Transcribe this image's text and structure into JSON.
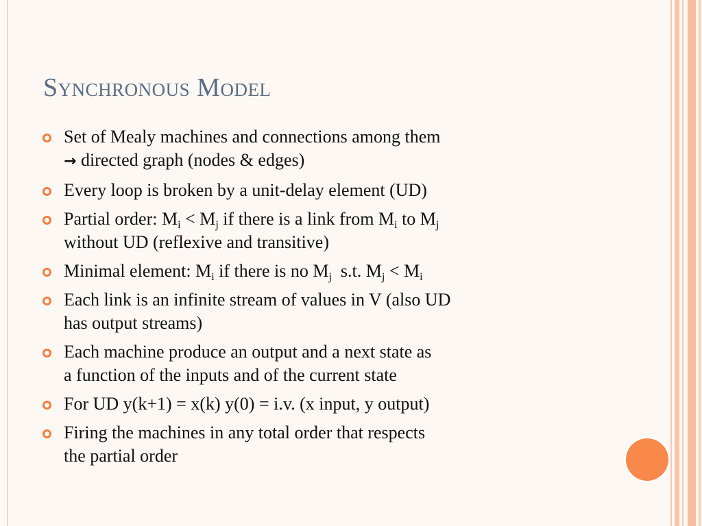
{
  "slide": {
    "title": "Synchronous Model",
    "accent_color": "#f47c3c",
    "title_color": "#5b6d82",
    "bullets": [
      {
        "lines": [
          "Set of Mealy machines and connections among them",
          " directed graph (nodes & edges)"
        ],
        "arrow": "→"
      },
      {
        "lines": [
          "Every loop is broken by a unit-delay element (UD)"
        ]
      },
      {
        "text": {
          "t1": "Partial order: M",
          "s1": "i",
          "t2": " < M",
          "s2": "j",
          "t3": " if there is a link from M",
          "s3": "i",
          "t4": " to M",
          "s4": "j",
          "line2": "without UD (reflexive and transitive)"
        }
      },
      {
        "text": {
          "t1": "Minimal element: M",
          "s1": "i",
          "t2": " if there is no M",
          "s2": "j",
          "t3": "  s.t. M",
          "s3": "j",
          "t4": " < M",
          "s4": "i"
        }
      },
      {
        "lines": [
          "Each link is an infinite stream of values in V (also UD",
          "has output streams)"
        ]
      },
      {
        "lines": [
          "Each machine produce an output and a next state as",
          "a function of the inputs and of the current state"
        ]
      },
      {
        "lines": [
          "For UD y(k+1) = x(k) y(0) = i.v. (x input, y output)"
        ]
      },
      {
        "lines": [
          "Firing the machines in any total order that respects",
          "the partial order"
        ]
      }
    ]
  }
}
